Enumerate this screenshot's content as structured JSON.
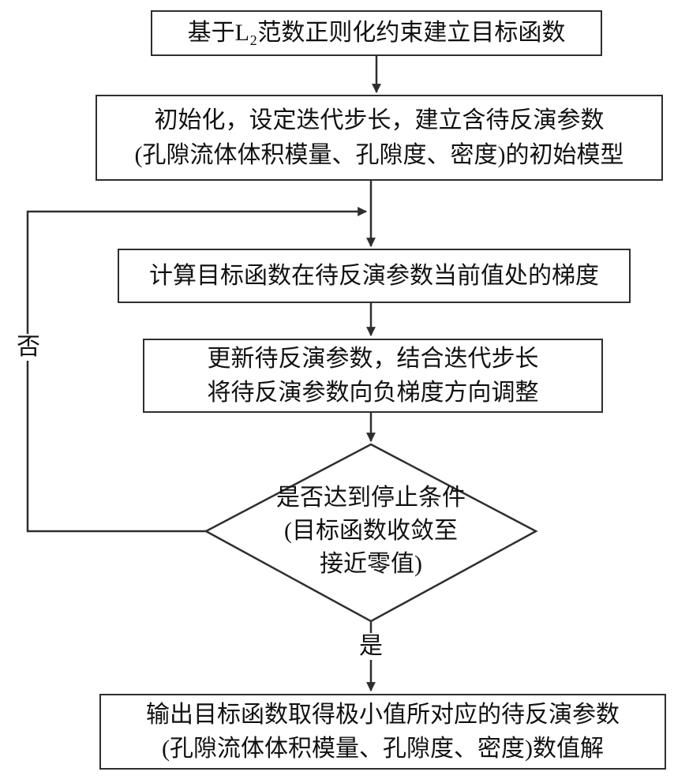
{
  "flowchart": {
    "nodes": {
      "objective": "基于L₂范数正则化约束建立目标函数",
      "init": "初始化，设定迭代步长，建立含待反演参数\n(孔隙流体体积模量、孔隙度、密度)的初始模型",
      "gradient": "计算目标函数在待反演参数当前值处的梯度",
      "update": "更新待反演参数，结合迭代步长\n将待反演参数向负梯度方向调整",
      "decision": "是否达到停止条件\n(目标函数收敛至\n接近零值)",
      "output": "输出目标函数取得极小值所对应的待反演参数\n(孔隙流体体积模量、孔隙度、密度)数值解"
    },
    "labels": {
      "yes": "是",
      "no": "否"
    },
    "colors": {
      "stroke": "#2e2e2e",
      "text": "#111111",
      "background": "#ffffff"
    }
  }
}
